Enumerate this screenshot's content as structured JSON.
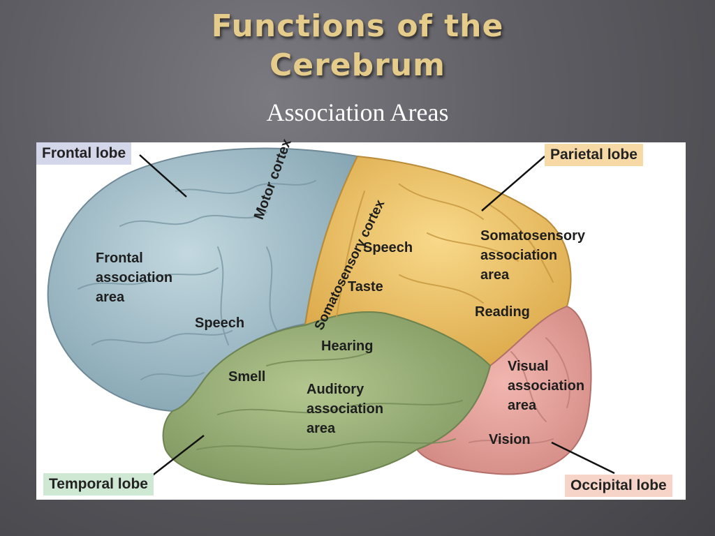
{
  "slide": {
    "title_line1": "Functions of the",
    "title_line2": "Cerebrum",
    "subtitle": "Association Areas"
  },
  "diagram": {
    "lobes": {
      "frontal": "Frontal lobe",
      "parietal": "Parietal lobe",
      "temporal": "Temporal lobe",
      "occipital": "Occipital lobe"
    },
    "areas": {
      "frontal_association": "Frontal\nassociation\narea",
      "speech_frontal": "Speech",
      "motor_cortex": "Motor cortex",
      "somatosensory_cortex": "Somatosensory cortex",
      "speech_parietal": "Speech",
      "taste": "Taste",
      "somatosensory_association": "Somatosensory\nassociation\narea",
      "reading": "Reading",
      "hearing": "Hearing",
      "smell": "Smell",
      "auditory_association": "Auditory\nassociation\narea",
      "visual_association": "Visual\nassociation\narea",
      "vision": "Vision"
    },
    "colors": {
      "frontal": "#a9c4cf",
      "parietal": "#f0c76b",
      "temporal": "#9fb47a",
      "occipital": "#e8a09a",
      "frontal_box": "#d4d6ea",
      "parietal_box": "#f7d9a6",
      "temporal_box": "#cfe8d4",
      "occipital_box": "#f6d5c8"
    }
  }
}
